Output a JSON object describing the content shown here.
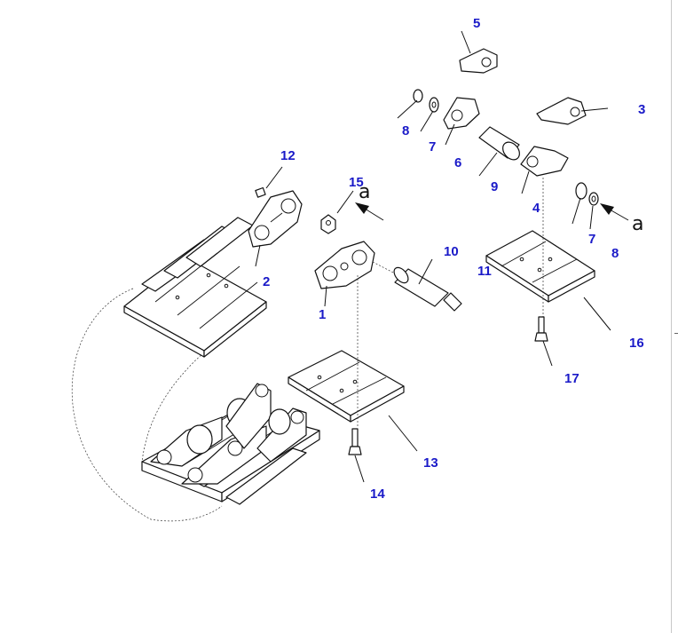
{
  "diagram": {
    "callouts": {
      "c1": "1",
      "c2": "2",
      "c3": "3",
      "c4": "4",
      "c5": "5",
      "c6": "6",
      "c7a": "7",
      "c7b": "7",
      "c8a": "8",
      "c8b": "8",
      "c9": "9",
      "c10": "10",
      "c11": "11",
      "c12": "12",
      "c13": "13",
      "c14": "14",
      "c15": "15",
      "c16": "16",
      "c17": "17"
    },
    "view_refs": {
      "left": "a",
      "right": "a"
    },
    "colors": {
      "callout": "#1a1ac8",
      "line": "#111111",
      "background": "#ffffff"
    }
  }
}
